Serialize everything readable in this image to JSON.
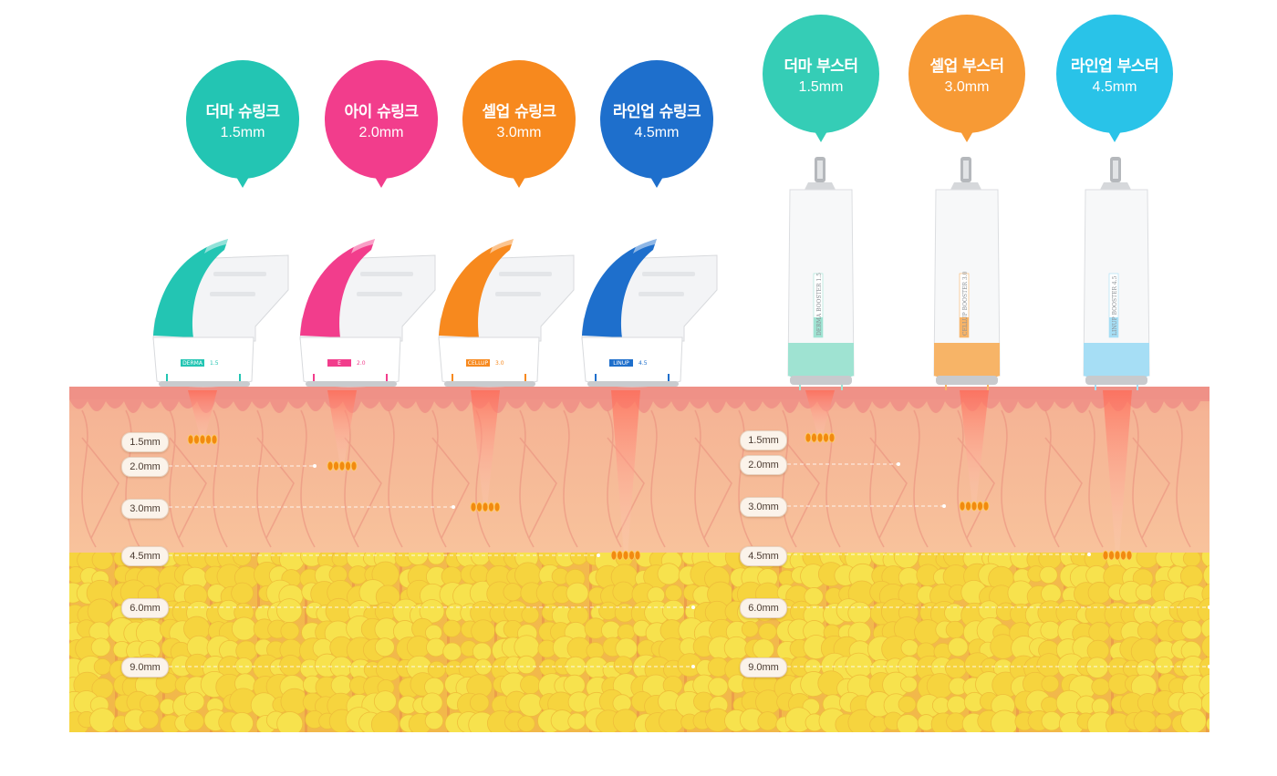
{
  "shrink_cartridges": [
    {
      "name": "더마 슈링크",
      "depth": "1.5mm",
      "color": "#23c5b3",
      "tip_label": "DERMA",
      "tip_depth": "1.5"
    },
    {
      "name": "아이 슈링크",
      "depth": "2.0mm",
      "color": "#f23d8c",
      "tip_label": "E",
      "tip_depth": "2.0"
    },
    {
      "name": "셀업 슈링크",
      "depth": "3.0mm",
      "color": "#f7891e",
      "tip_label": "CELLUP",
      "tip_depth": "3.0"
    },
    {
      "name": "라인업 슈링크",
      "depth": "4.5mm",
      "color": "#1e6fcc",
      "tip_label": "LINUP",
      "tip_depth": "4.5"
    }
  ],
  "booster_cartridges": [
    {
      "name": "더마 부스터",
      "depth": "1.5mm",
      "color": "#35cdb6",
      "band_color": "#9fe3d2",
      "label": "DERMA BOOSTER 1.5"
    },
    {
      "name": "셀업 부스터",
      "depth": "3.0mm",
      "color": "#f79a35",
      "band_color": "#f7b467",
      "label": "CELLUP BOOSTER 3.0"
    },
    {
      "name": "라인업 부스터",
      "depth": "4.5mm",
      "color": "#29c3e8",
      "band_color": "#a6def5",
      "label": "LINUP BOOSTER 4.5"
    }
  ],
  "depth_scale": [
    "1.5mm",
    "2.0mm",
    "3.0mm",
    "4.5mm",
    "6.0mm",
    "9.0mm"
  ],
  "colors": {
    "skin_top": "#f4a791",
    "dermis": "#f6b693",
    "fat": "#f5d13a",
    "focus_point": "#f28a10"
  }
}
